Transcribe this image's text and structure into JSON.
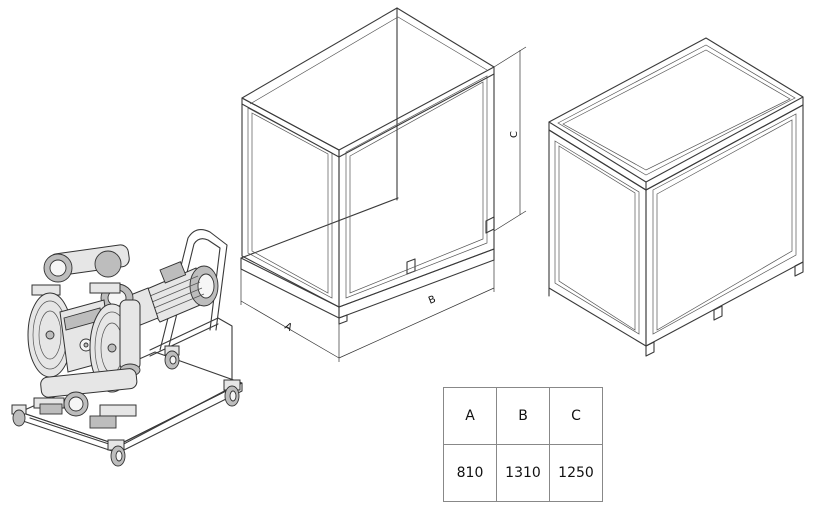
{
  "labels": {
    "a": "A",
    "b": "B",
    "c": "C"
  },
  "table": {
    "headers": [
      "A",
      "B",
      "C"
    ],
    "values": [
      "810",
      "1310",
      "1250"
    ]
  }
}
